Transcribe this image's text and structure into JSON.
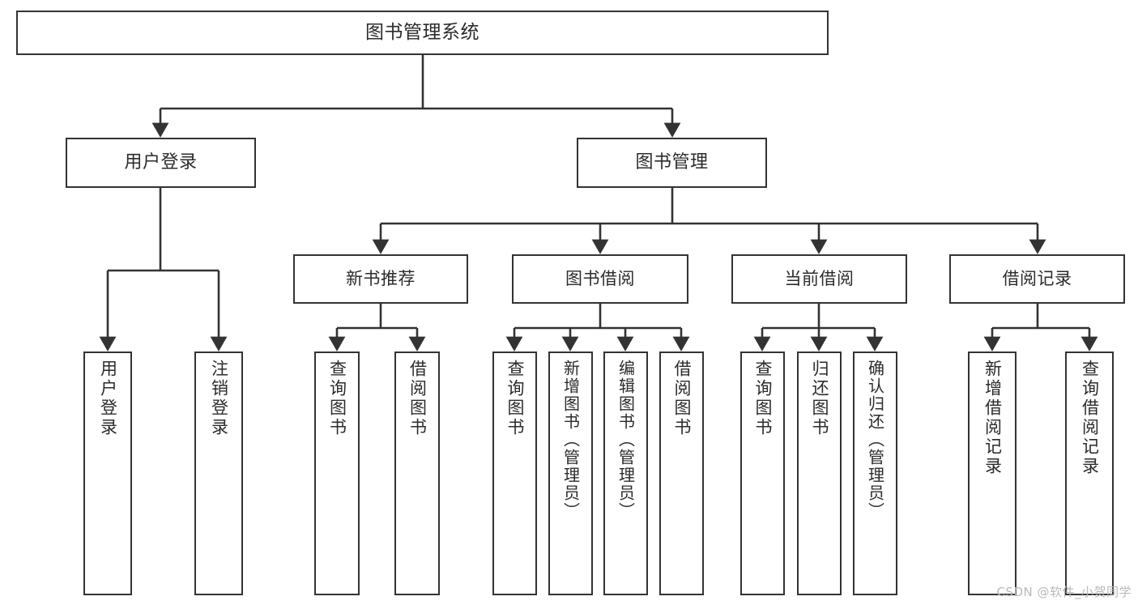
{
  "diagram": {
    "type": "tree",
    "title": "图书管理系统",
    "watermark": "CSDN @软件_小贺同学",
    "colors": {
      "border": "#333333",
      "fill": "#ffffff",
      "text": "#2b2b2b",
      "edge": "#333333",
      "watermark": "#b9b9b9"
    },
    "nodes": {
      "root": {
        "label": "图书管理系统"
      },
      "level2": [
        {
          "id": "user-login",
          "label": "用户登录"
        },
        {
          "id": "book-manage",
          "label": "图书管理"
        }
      ],
      "level3": [
        {
          "id": "new-book-recommend",
          "label": "新书推荐"
        },
        {
          "id": "book-borrow",
          "label": "图书借阅"
        },
        {
          "id": "current-borrow",
          "label": "当前借阅"
        },
        {
          "id": "borrow-record",
          "label": "借阅记录"
        }
      ],
      "leaves": {
        "user-login": [
          {
            "id": "leaf-user-login",
            "label": "用户登录"
          },
          {
            "id": "leaf-logout-login",
            "label": "注销登录"
          }
        ],
        "new-book-recommend": [
          {
            "id": "leaf-query-book-1",
            "label": "查询图书"
          },
          {
            "id": "leaf-borrow-book-1",
            "label": "借阅图书"
          }
        ],
        "book-borrow": [
          {
            "id": "leaf-query-book-2",
            "label": "查询图书"
          },
          {
            "id": "leaf-add-book",
            "label": "新增图书（管理员）"
          },
          {
            "id": "leaf-edit-book",
            "label": "编辑图书（管理员）"
          },
          {
            "id": "leaf-borrow-book-2",
            "label": "借阅图书"
          }
        ],
        "current-borrow": [
          {
            "id": "leaf-query-book-3",
            "label": "查询图书"
          },
          {
            "id": "leaf-return-book",
            "label": "归还图书"
          },
          {
            "id": "leaf-confirm-return",
            "label": "确认归还（管理员）"
          }
        ],
        "borrow-record": [
          {
            "id": "leaf-add-record",
            "label": "新增借阅记录"
          },
          {
            "id": "leaf-query-record",
            "label": "查询借阅记录"
          }
        ]
      }
    }
  }
}
